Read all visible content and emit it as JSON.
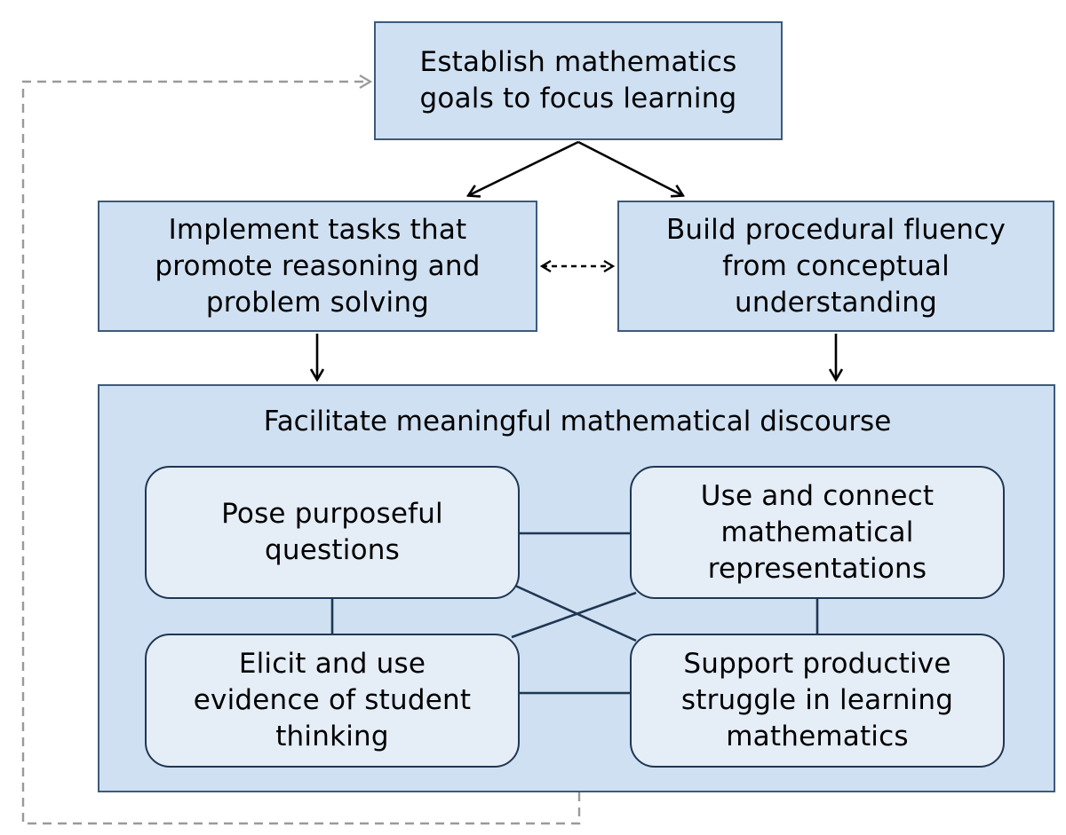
{
  "nodes": {
    "goals": "Establish mathematics\ngoals to focus learning",
    "tasks": "Implement tasks that\npromote reasoning and\nproblem solving",
    "fluency": "Build procedural fluency\nfrom conceptual\nunderstanding",
    "discourse": "Facilitate meaningful mathematical discourse",
    "questions": "Pose purposeful\nquestions",
    "representations": "Use and connect\nmathematical\nrepresentations",
    "evidence": "Elicit and use\nevidence of student\nthinking",
    "struggle": "Support productive\nstruggle in learning\nmathematics"
  },
  "edges": [
    {
      "from": "goals",
      "to": "tasks",
      "style": "solid-arrow"
    },
    {
      "from": "goals",
      "to": "fluency",
      "style": "solid-arrow"
    },
    {
      "from": "tasks",
      "to": "fluency",
      "style": "dashed-double-arrow"
    },
    {
      "from": "tasks",
      "to": "discourse",
      "style": "solid-arrow"
    },
    {
      "from": "fluency",
      "to": "discourse",
      "style": "solid-arrow"
    },
    {
      "from": "questions",
      "to": "representations",
      "style": "line"
    },
    {
      "from": "questions",
      "to": "evidence",
      "style": "line"
    },
    {
      "from": "questions",
      "to": "struggle",
      "style": "line"
    },
    {
      "from": "representations",
      "to": "evidence",
      "style": "line"
    },
    {
      "from": "representations",
      "to": "struggle",
      "style": "line"
    },
    {
      "from": "evidence",
      "to": "struggle",
      "style": "line"
    },
    {
      "from": "discourse",
      "to": "goals",
      "style": "dashed-feedback-arrow"
    }
  ],
  "colors": {
    "box_fill": "#cfe0f2",
    "inner_box_fill": "#e5edf7",
    "border": "#3d5a7a",
    "inner_line": "#1f3752",
    "dashed_loop": "#9a9a9a"
  }
}
